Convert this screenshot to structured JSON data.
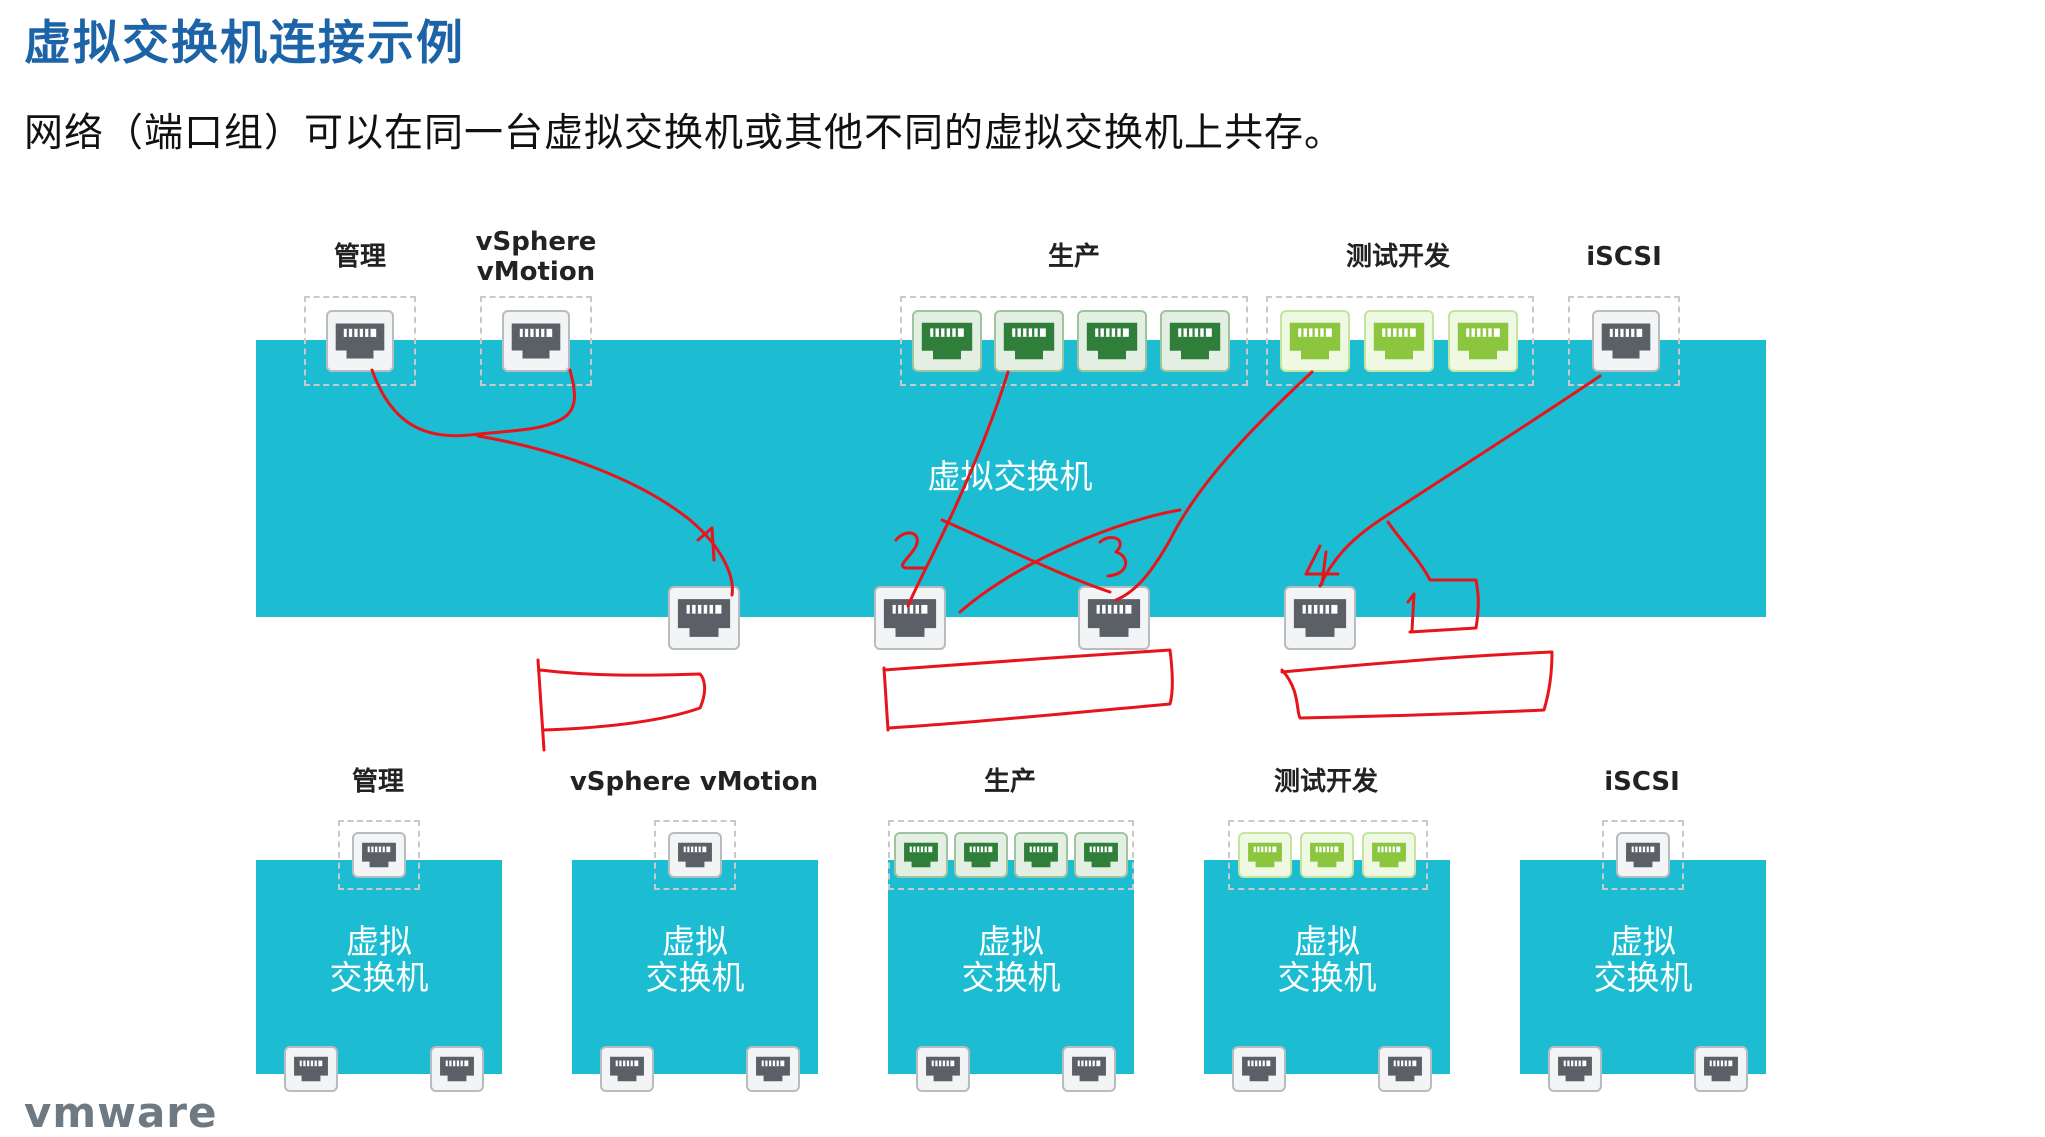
{
  "slide": {
    "title": "虚拟交换机连接示例",
    "subtitle": "网络（端口组）可以在同一台虚拟交换机或其他不同的虚拟交换机上共存。",
    "logo": "vmware"
  },
  "top_diagram": {
    "switch_label": "虚拟交换机",
    "portgroups": [
      {
        "label_line1": "管理",
        "label_line2": ""
      },
      {
        "label_line1": "vSphere",
        "label_line2": "vMotion"
      },
      {
        "label_line1": "生产",
        "label_line2": ""
      },
      {
        "label_line1": "测试开发",
        "label_line2": ""
      },
      {
        "label_line1": "iSCSI",
        "label_line2": ""
      }
    ]
  },
  "bottom_diagram": {
    "switches": [
      {
        "group": "管理",
        "line1": "虚拟",
        "line2": "交换机"
      },
      {
        "group": "vSphere vMotion",
        "line1": "虚拟",
        "line2": "交换机"
      },
      {
        "group": "生产",
        "line1": "虚拟",
        "line2": "交换机"
      },
      {
        "group": "测试开发",
        "line1": "虚拟",
        "line2": "交换机"
      },
      {
        "group": "iSCSI",
        "line1": "虚拟",
        "line2": "交换机"
      }
    ]
  },
  "colors": {
    "title": "#1c63a8",
    "switch": "#1cbdd3",
    "port_gray": "#5a6066",
    "port_dark_green": "#2f7f3b",
    "port_light_green": "#8cc63f",
    "annotation": "#e8141b"
  },
  "icons": {
    "port": "ethernet-port-icon"
  },
  "annotations": {
    "uplink_numbers": [
      "1",
      "2",
      "3",
      "4"
    ]
  }
}
